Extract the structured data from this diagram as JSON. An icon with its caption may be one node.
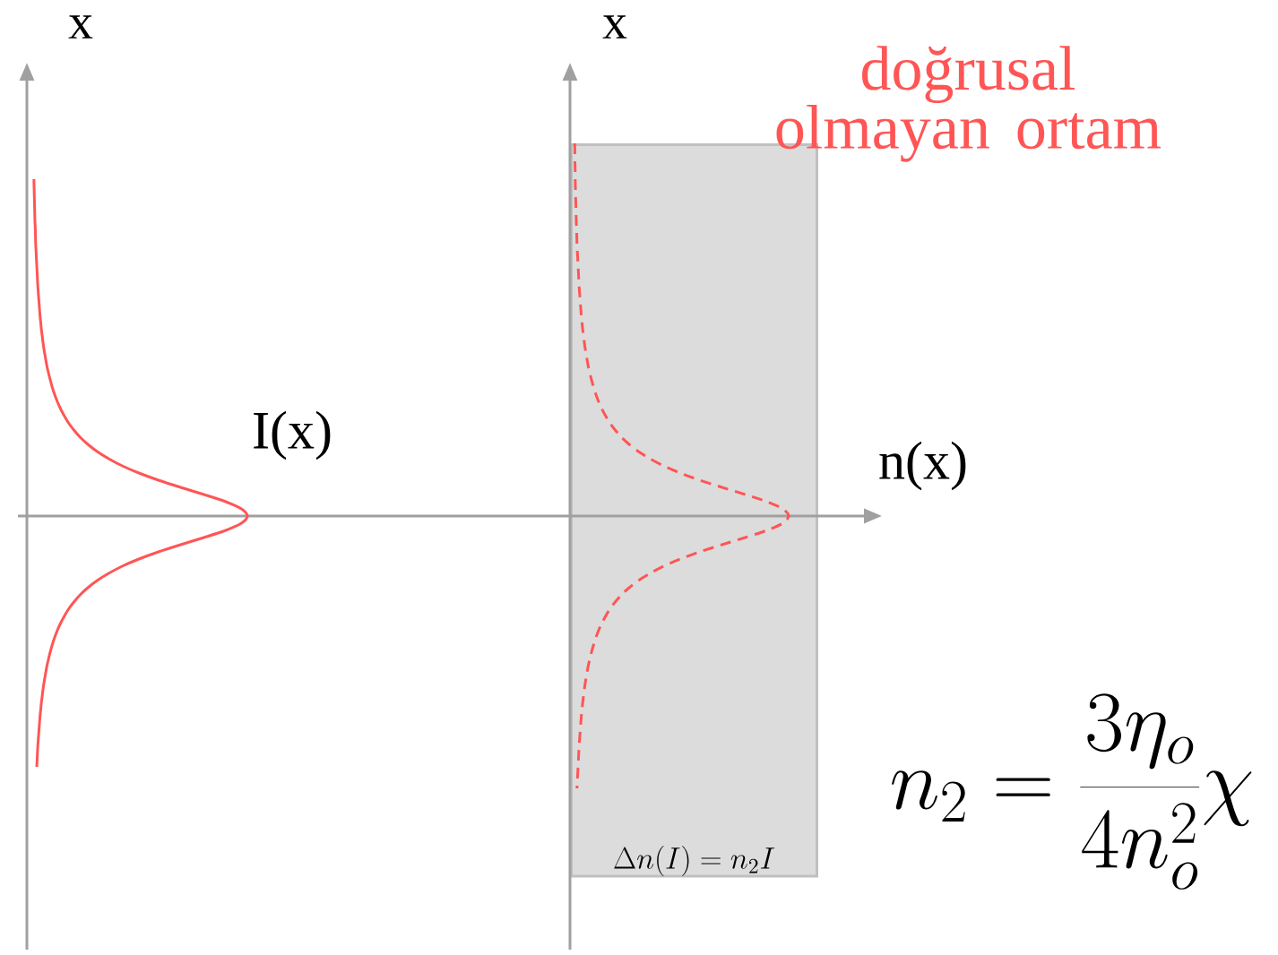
{
  "diagram": {
    "nodes": [
      {
        "text": [
          "\\Delta n(I) = n_2 I"
        ]
      }
    ],
    "labels": [
      "x",
      "x",
      "doğrusal olmayan ortam",
      "I(x)",
      "n(x)",
      "n_2 = \\frac{3\\eta_o}{4n_o^2}\\chi"
    ]
  }
}
